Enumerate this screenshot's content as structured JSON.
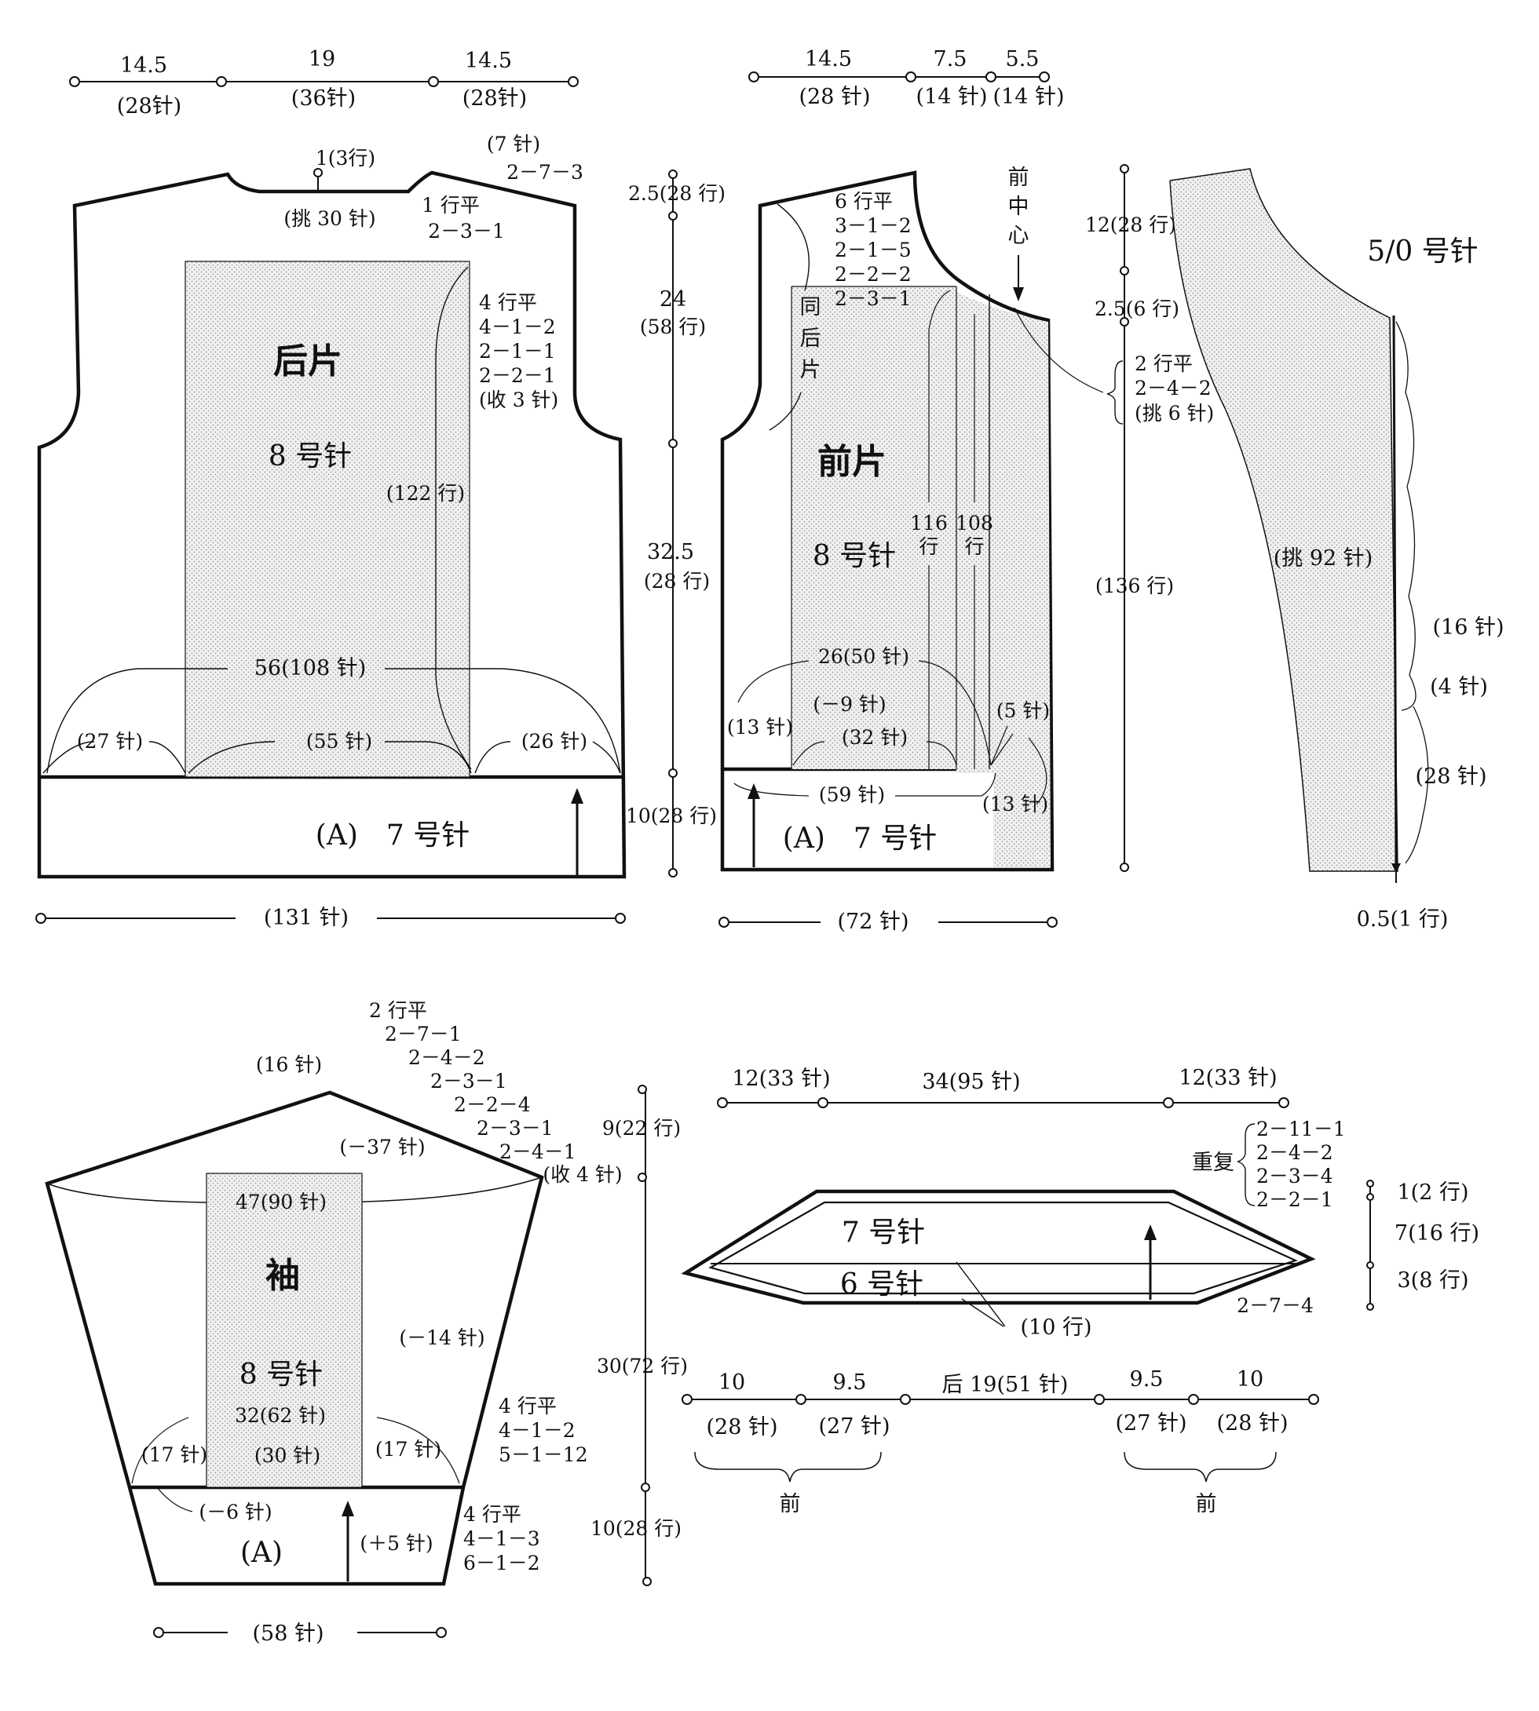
{
  "back": {
    "top_dims": [
      "14.5",
      "19",
      "14.5"
    ],
    "top_sts": [
      "(28针)",
      "(36针)",
      "(28针)"
    ],
    "neck_rows": "1(3行)",
    "neck_pickup": "(挑 30 针)",
    "shoulder_sts": "(7 针)",
    "shoulder_shape": [
      "2－7－3",
      "1 行平",
      "2－3－1"
    ],
    "armhole_shape": [
      "4 行平",
      "4－1－2",
      "2－1－1",
      "2－2－1",
      "(收 3 针)"
    ],
    "title": "后片",
    "needle_main": "8 号针",
    "rows_total": "(122 行)",
    "width_inner": "56(108 针)",
    "sts_left": "(27 针)",
    "sts_mid": "(55 针)",
    "sts_right": "(26 针)",
    "band": "(A)　7 号针",
    "bottom_sts": "(131 针)"
  },
  "heights": {
    "neck": "2.5(28 行)",
    "armhole_a": "24",
    "armhole_b": "(58 行)",
    "body_a": "32.5",
    "body_b": "(28 行)",
    "band": "10(28 行)"
  },
  "front": {
    "top_dims": [
      "14.5",
      "7.5",
      "5.5"
    ],
    "top_sts": [
      "(28 针)",
      "(14 针)",
      "(14 针)"
    ],
    "neck_shape": [
      "6 行平",
      "3－1－2",
      "2－1－5",
      "2－2－2",
      "2－3－1"
    ],
    "same_as_back": [
      "同",
      "后",
      "片"
    ],
    "center_front": [
      "前",
      "中",
      "心"
    ],
    "title": "前片",
    "needle_main": "8 号针",
    "rows_a": [
      "116",
      "行"
    ],
    "rows_b": [
      "108",
      "行"
    ],
    "width_inner": "26(50 针)",
    "dec": "(－9 针)",
    "sts_left": "(13 针)",
    "sts_mid": "(32 针)",
    "sts_right": "(5 针)",
    "band_sts": "(59 针)",
    "band_side": "(13 针)",
    "band": "(A)　7 号针",
    "bottom_sts": "(72 针)"
  },
  "front_band": {
    "top_height": "12(28 行)",
    "needle": "5/0 号针",
    "mid_height": "2.5(6 行)",
    "shape": [
      "2 行平",
      "2－4－2",
      "(挑 6 针)"
    ],
    "rows_total": "(136 行)",
    "pickup": "(挑 92 针)",
    "loop_a": "(16 针)",
    "loop_b": "(4 针)",
    "loop_c": "(28 针)",
    "bottom": "0.5(1 行)"
  },
  "sleeve": {
    "cap_top": "(16 针)",
    "cap_shape": [
      "2 行平",
      "2－7－1",
      "2－4－2",
      "2－3－1",
      "2－2－4",
      "2－3－1",
      "2－4－1"
    ],
    "cap_dec": "(－37 针)",
    "cap_bind": "(收 4 针)",
    "cap_height": "9(22 行)",
    "width_top": "47(90 针)",
    "title": "袖",
    "needle_main": "8 号针",
    "side_dec": "(－14 针)",
    "length": "30(72 行)",
    "width_low": "32(62 针)",
    "side_shape": [
      "4 行平",
      "4－1－2",
      "5－1－12"
    ],
    "sts_left": "(17 针)",
    "sts_mid": "(30 针)",
    "sts_right": "(17 针)",
    "cuff_dec": "(－6 针)",
    "cuff": "(A)",
    "cuff_inc": "(＋5 针)",
    "cuff_shape": [
      "4 行平",
      "4－1－3",
      "6－1－2"
    ],
    "cuff_height": "10(28 行)",
    "bottom_sts": "(58 针)"
  },
  "collar": {
    "top_dims": [
      "12(33 针)",
      "34(95 针)",
      "12(33 针)"
    ],
    "repeat_label": "重复",
    "repeat_shape": [
      "2－11－1",
      "2－4－2",
      "2－3－4",
      "2－2－1"
    ],
    "heights": [
      "1(2 行)",
      "7(16 行)",
      "3(8 行)"
    ],
    "needle_a": "7 号针",
    "needle_b": "6 号针",
    "corner": "2－7－4",
    "rows": "(10 行)",
    "pick_dims": [
      "10",
      "9.5",
      "后 19(51 针)",
      "9.5",
      "10"
    ],
    "pick_sts": [
      "(28 针)",
      "(27 针)",
      "(27 针)",
      "(28 针)"
    ],
    "front_label": "前"
  }
}
